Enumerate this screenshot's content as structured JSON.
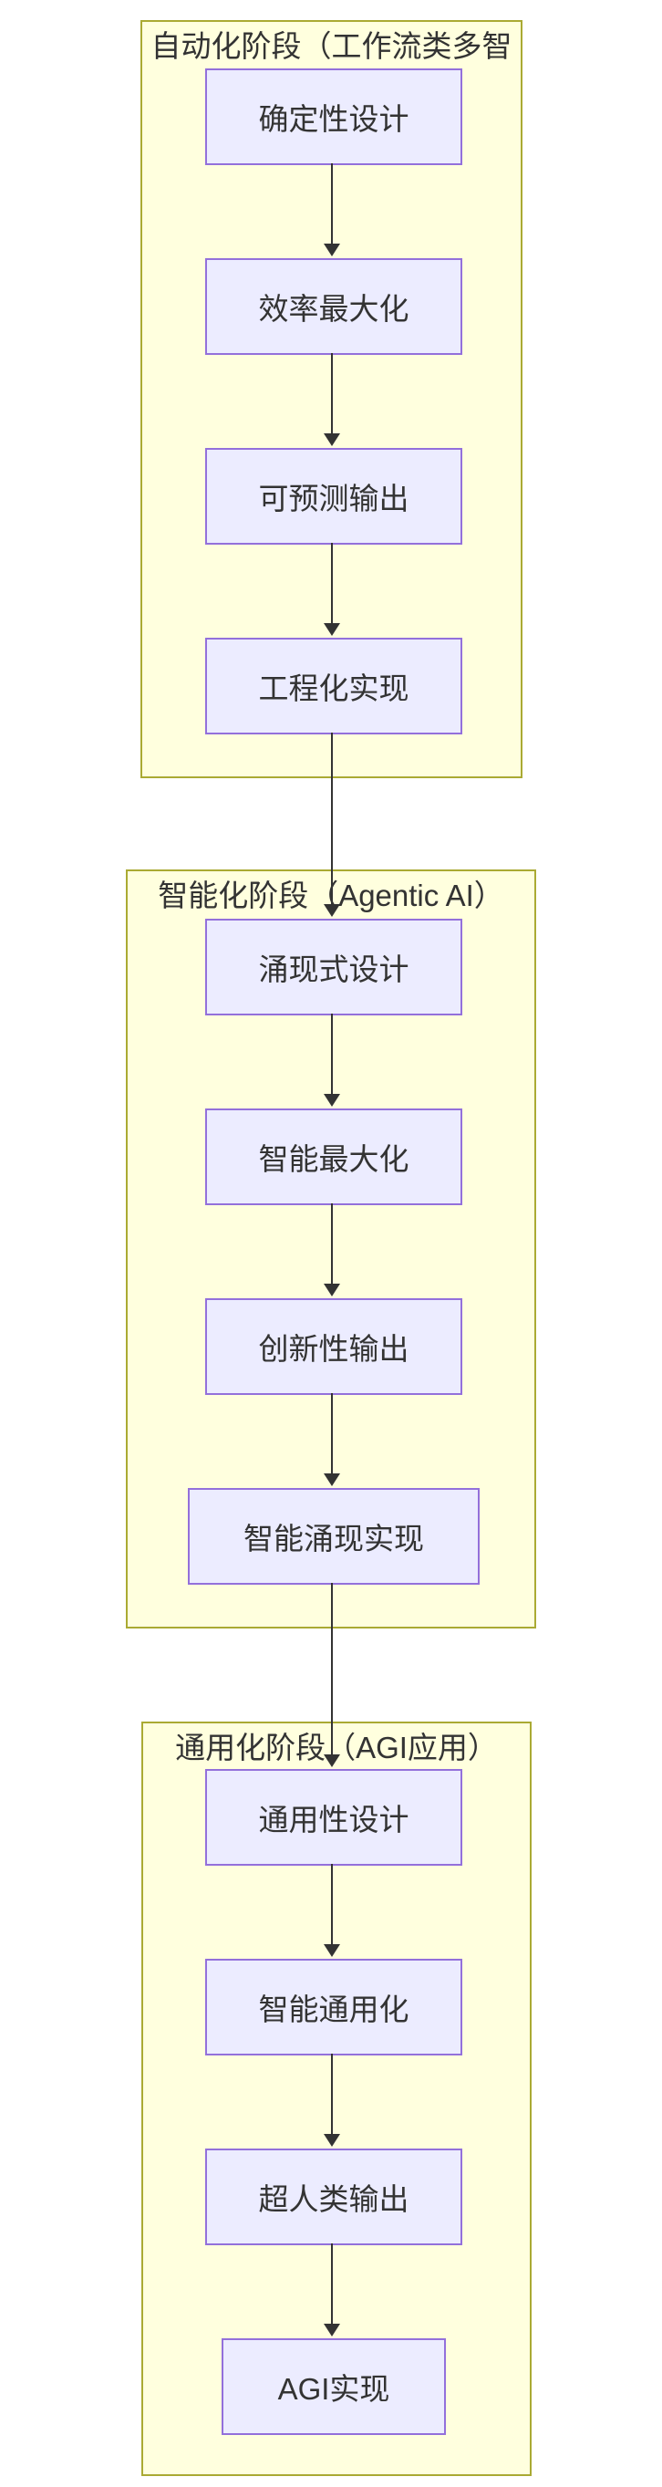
{
  "diagram": {
    "type": "flowchart",
    "direction": "top-down",
    "colors": {
      "node_fill": "#ECECFF",
      "node_border": "#9370DB",
      "cluster_fill": "#FFFFDE",
      "cluster_border": "#AAAA33",
      "edge": "#333333",
      "text": "#333333",
      "background": "#FFFFFF"
    },
    "stages": [
      {
        "title": "自动化阶段（工作流类多智",
        "nodes": [
          {
            "label": "确定性设计"
          },
          {
            "label": "效率最大化"
          },
          {
            "label": "可预测输出"
          },
          {
            "label": "工程化实现"
          }
        ]
      },
      {
        "title": "智能化阶段（Agentic AI）",
        "nodes": [
          {
            "label": "涌现式设计"
          },
          {
            "label": "智能最大化"
          },
          {
            "label": "创新性输出"
          },
          {
            "label": "智能涌现实现"
          }
        ]
      },
      {
        "title": "通用化阶段（AGI应用）",
        "nodes": [
          {
            "label": "通用性设计"
          },
          {
            "label": "智能通用化"
          },
          {
            "label": "超人类输出"
          },
          {
            "label": "AGI实现"
          }
        ]
      }
    ]
  }
}
